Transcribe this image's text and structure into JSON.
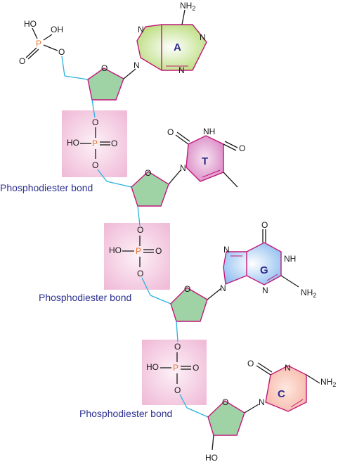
{
  "nucleotides": [
    {
      "base": "A",
      "base_color": "#b8dc78",
      "sugar_color": "#9fd3a6"
    },
    {
      "base": "T",
      "base_color": "#d987c4",
      "sugar_color": "#9fd3a6"
    },
    {
      "base": "G",
      "base_color": "#8fbef0",
      "sugar_color": "#9fd3a6"
    },
    {
      "base": "C",
      "base_color": "#f7b8a8",
      "sugar_color": "#9fd3a6"
    }
  ],
  "atoms": {
    "ho": "HO",
    "oh": "OH",
    "p": "P",
    "o": "O",
    "n": "N",
    "nh": "NH",
    "nh2": "NH",
    "sub2": "2",
    "h": "H"
  },
  "bond_label": "Phosphodiester bond",
  "colors": {
    "backbone": "#2ab0e0",
    "ring_outline": "#c2187a",
    "phosphate_box": "#f3c6de",
    "label": "#2e3192",
    "phosphorus": "#e8742a"
  }
}
